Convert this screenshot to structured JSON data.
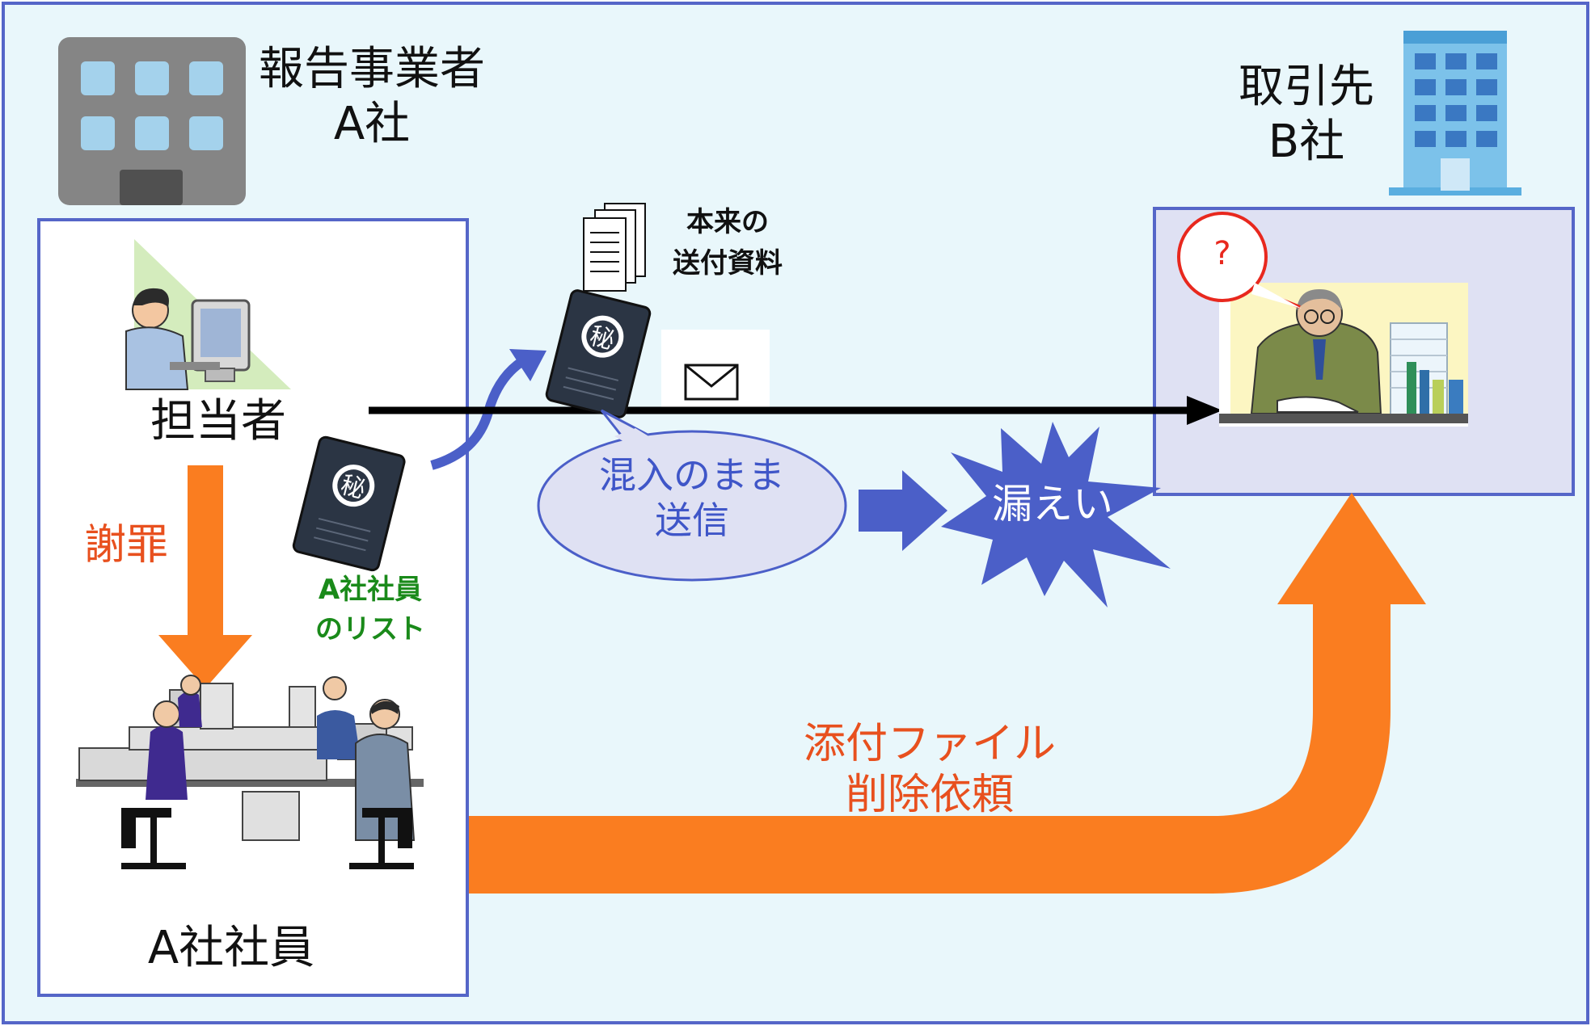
{
  "companyA": {
    "line1": "報告事業者",
    "line2": "A社"
  },
  "companyB": {
    "line1": "取引先",
    "line2": "B社"
  },
  "staff_label": "担当者",
  "apology_label": "謝罪",
  "employees_label": "A社社員",
  "employee_list": {
    "line1": "A社社員",
    "line2": "のリスト"
  },
  "original_docs": {
    "line1": "本来の",
    "line2": "送付資料"
  },
  "speech_mixed": {
    "line1": "混入のまま",
    "line2": "送信"
  },
  "leak_label": "漏えい",
  "delete_request": {
    "line1": "添付ファイル",
    "line2": "削除依頼"
  },
  "confused_mark": "?",
  "secret_mark": "秘",
  "colors": {
    "background": "#e9f7fb",
    "frame_border": "#5566c8",
    "partner_box_fill": "#dfe1f3",
    "orange_arrow": "#fa7d20",
    "blue_accent": "#4b5fc8",
    "send_arrow": "#000000",
    "apology_text": "#e8501e",
    "list_text": "#1a8a1a"
  },
  "icons": [
    "building-gray-icon",
    "building-blue-icon",
    "staff-at-computer-icon",
    "office-workers-icon",
    "secret-notebook-icon",
    "documents-icon",
    "mail-envelope-icon",
    "confused-man-icon"
  ]
}
